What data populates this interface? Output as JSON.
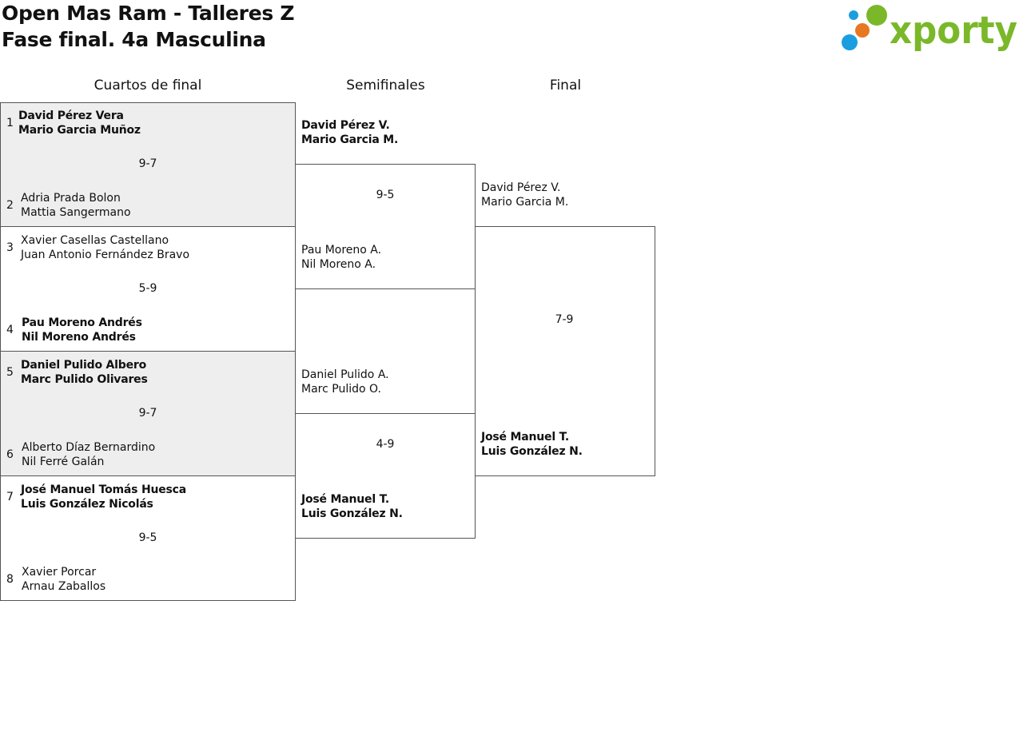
{
  "header": {
    "title": "Open Mas Ram - Talleres Z",
    "subtitle": "Fase final. 4a Masculina",
    "logo_text": "xporty",
    "logo_colors": {
      "text": "#7ab829",
      "green": "#7ab829",
      "blue": "#1a9ee0",
      "orange": "#e87722"
    }
  },
  "columns": {
    "quarterfinals": "Cuartos de final",
    "semifinals": "Semifinales",
    "final": "Final"
  },
  "quarterfinals": [
    {
      "seed_a": "1",
      "team_a": [
        "David Pérez Vera",
        "Mario Garcia Muñoz"
      ],
      "winner_a": true,
      "score": "9-7",
      "seed_b": "2",
      "team_b": [
        "Adria Prada Bolon",
        "Mattia Sangermano"
      ],
      "winner_b": false
    },
    {
      "seed_a": "3",
      "team_a": [
        "Xavier Casellas Castellano",
        "Juan Antonio Fernández Bravo"
      ],
      "winner_a": false,
      "score": "5-9",
      "seed_b": "4",
      "team_b": [
        "Pau Moreno Andrés",
        "Nil Moreno Andrés"
      ],
      "winner_b": true
    },
    {
      "seed_a": "5",
      "team_a": [
        "Daniel Pulido Albero",
        "Marc Pulido Olivares"
      ],
      "winner_a": true,
      "score": "9-7",
      "seed_b": "6",
      "team_b": [
        "Alberto Díaz Bernardino",
        "Nil Ferré Galán"
      ],
      "winner_b": false
    },
    {
      "seed_a": "7",
      "team_a": [
        "José Manuel Tomás Huesca",
        "Luis González Nicolás"
      ],
      "winner_a": true,
      "score": "9-5",
      "seed_b": "8",
      "team_b": [
        "Xavier Porcar",
        "Arnau Zaballos"
      ],
      "winner_b": false
    }
  ],
  "semifinals": [
    {
      "team_a": [
        "David Pérez V.",
        "Mario Garcia M."
      ],
      "winner_a": true,
      "score": "9-5",
      "team_b": [
        "Pau Moreno A.",
        "Nil Moreno A."
      ],
      "winner_b": false
    },
    {
      "team_a": [
        "Daniel Pulido A.",
        "Marc Pulido O."
      ],
      "winner_a": false,
      "score": "4-9",
      "team_b": [
        "José Manuel T.",
        "Luis González N."
      ],
      "winner_b": true
    }
  ],
  "final": {
    "team_a": [
      "David Pérez V.",
      "Mario Garcia M."
    ],
    "winner_a": false,
    "score": "7-9",
    "team_b": [
      "José Manuel T.",
      "Luis González N."
    ],
    "winner_b": true
  }
}
